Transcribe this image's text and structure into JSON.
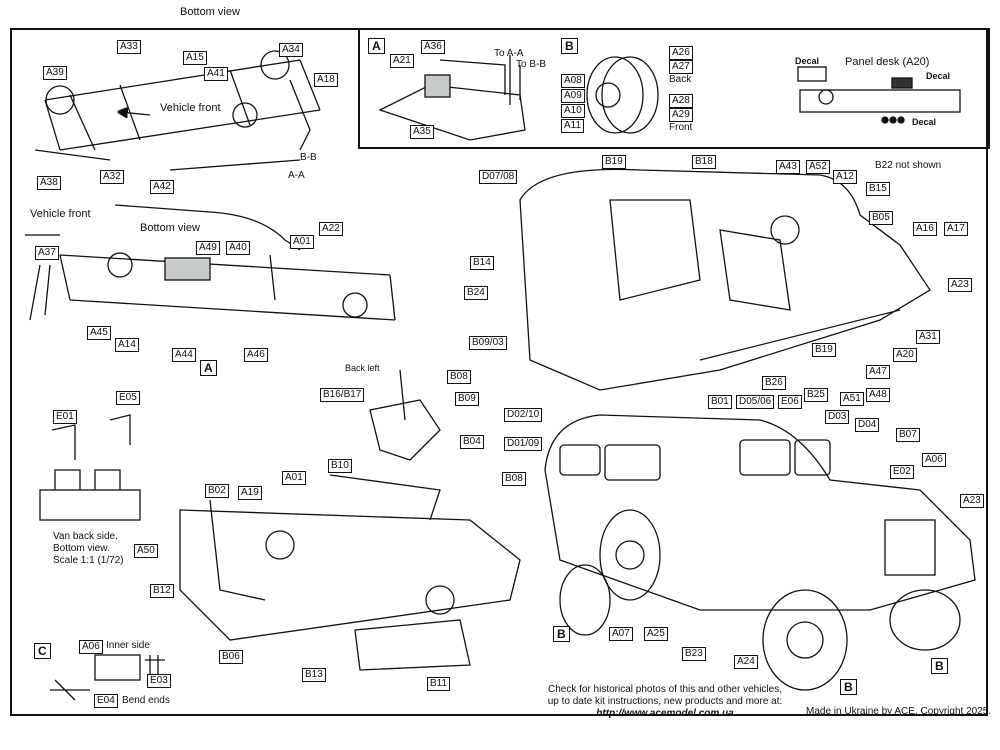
{
  "texts": {
    "bottom_view_1": "Bottom view",
    "vehicle_front_1": "Vehicle front",
    "vehicle_front_2": "Vehicle front",
    "bottom_view_2": "Bottom view",
    "bb": "B-B",
    "aa": "A-A",
    "to_aa": "To A-A",
    "to_bb": "To B-B",
    "back": "Back",
    "front": "Front",
    "decal": "Decal",
    "panel_desk": "Panel desk (A20)",
    "b22_not_shown": "B22 not shown",
    "back_left": "Back left",
    "van_back": "Van back side.",
    "bottom_view_3": "Bottom view.",
    "scale": "Scale 1:1 (1/72)",
    "inner_side": "Inner side",
    "bend_ends": "Bend ends",
    "footer_line1": "Check for historical photos of this and  other vehicles,",
    "footer_line2": "up to date kit instructions, new products and more at:",
    "footer_url": "http://www.acemodel.com.ua",
    "copyright": "Made in Ukraine by ACE. Copyright 2025."
  },
  "sections": {
    "a": "A",
    "b": "B",
    "c": "C"
  },
  "parts": {
    "A33": "A33",
    "A15": "A15",
    "A34": "A34",
    "A39": "A39",
    "A41": "A41",
    "A18": "A18",
    "A38": "A38",
    "A32": "A32",
    "A42": "A42",
    "A01": "A01",
    "A22": "A22",
    "A37": "A37",
    "A49": "A49",
    "A40": "A40",
    "A45": "A45",
    "A14": "A14",
    "A44": "A44",
    "A46": "A46",
    "A21": "A21",
    "A36": "A36",
    "A35": "A35",
    "A08": "A08",
    "A09": "A09",
    "A10": "A10",
    "A11": "A11",
    "A26": "A26",
    "A27": "A27",
    "A28": "A28",
    "A29": "A29",
    "D07_08": "D07/08",
    "B19": "B19",
    "B18": "B18",
    "A43": "A43",
    "A52": "A52",
    "A12": "A12",
    "B15": "B15",
    "B05": "B05",
    "A16": "A16",
    "A17": "A17",
    "A23": "A23",
    "B14": "B14",
    "B24": "B24",
    "A31": "A31",
    "A20": "A20",
    "A47": "A47",
    "A48": "A48",
    "B09_03": "B09/03",
    "B26": "B26",
    "B25": "B25",
    "A51": "A51",
    "B08": "B08",
    "B16_B17": "B16/B17",
    "B09": "B09",
    "B04": "B04",
    "B10": "B10",
    "B02": "B02",
    "A19": "A19",
    "A50": "A50",
    "B12": "B12",
    "B06": "B06",
    "B13": "B13",
    "B11": "B11",
    "E01": "E01",
    "E05": "E05",
    "A06": "A06",
    "E03": "E03",
    "E04": "E04",
    "D02_10": "D02/10",
    "B01": "B01",
    "D05_06": "D05/06",
    "E06": "E06",
    "D03": "D03",
    "D04": "D04",
    "B07": "B07",
    "D01_09": "D01/09",
    "E02": "E02",
    "A07": "A07",
    "A25": "A25",
    "B23": "B23",
    "A24": "A24"
  },
  "colors": {
    "line": "#111111",
    "paper": "#ffffff",
    "part_fill": "#c8ccc8"
  }
}
